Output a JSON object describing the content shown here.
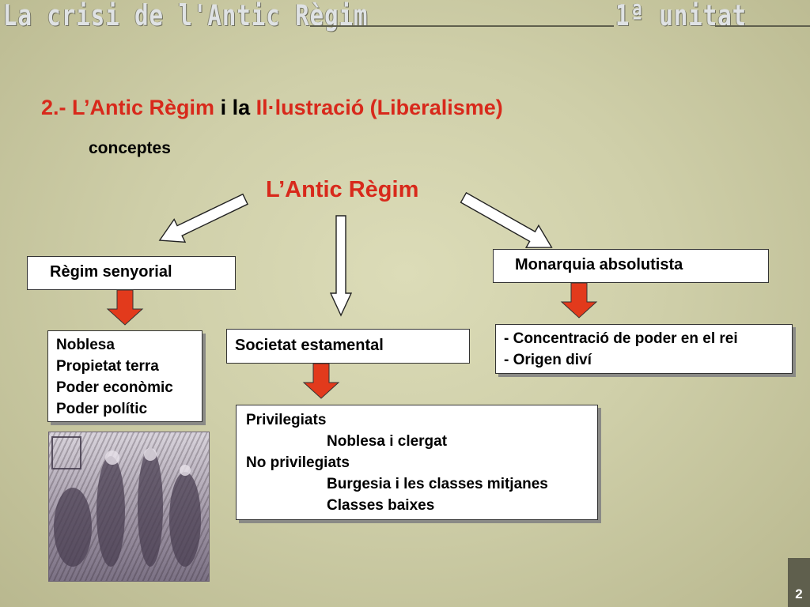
{
  "header": {
    "title": "La crisi de l'Antic Règim",
    "unit": "1ª unitat"
  },
  "heading": {
    "num": "2.-",
    "part1": "L’Antic Règim",
    "conj1": "i",
    "conj2": "la",
    "part2": "Il·lustració (Liberalisme)"
  },
  "subheading": "conceptes",
  "center_title": "L’Antic Règim",
  "regim_senyorial": {
    "label": "Règim senyorial",
    "items": [
      "Noblesa",
      "Propietat terra",
      "Poder econòmic",
      "Poder polític"
    ]
  },
  "societat": {
    "label": "Societat estamental",
    "lines": [
      "Privilegiats",
      "Noblesa i clergat",
      "No privilegiats",
      "Burgesia i les classes mitjanes",
      "Classes baixes"
    ]
  },
  "monarquia": {
    "label": "Monarquia absolutista",
    "items": [
      "- Concentració de poder en el rei",
      "- Origen diví"
    ]
  },
  "page_number": "2",
  "colors": {
    "accent_red": "#d8291b",
    "header_bar": "#5f5f4d",
    "down_arrow": "#e23a1c"
  }
}
